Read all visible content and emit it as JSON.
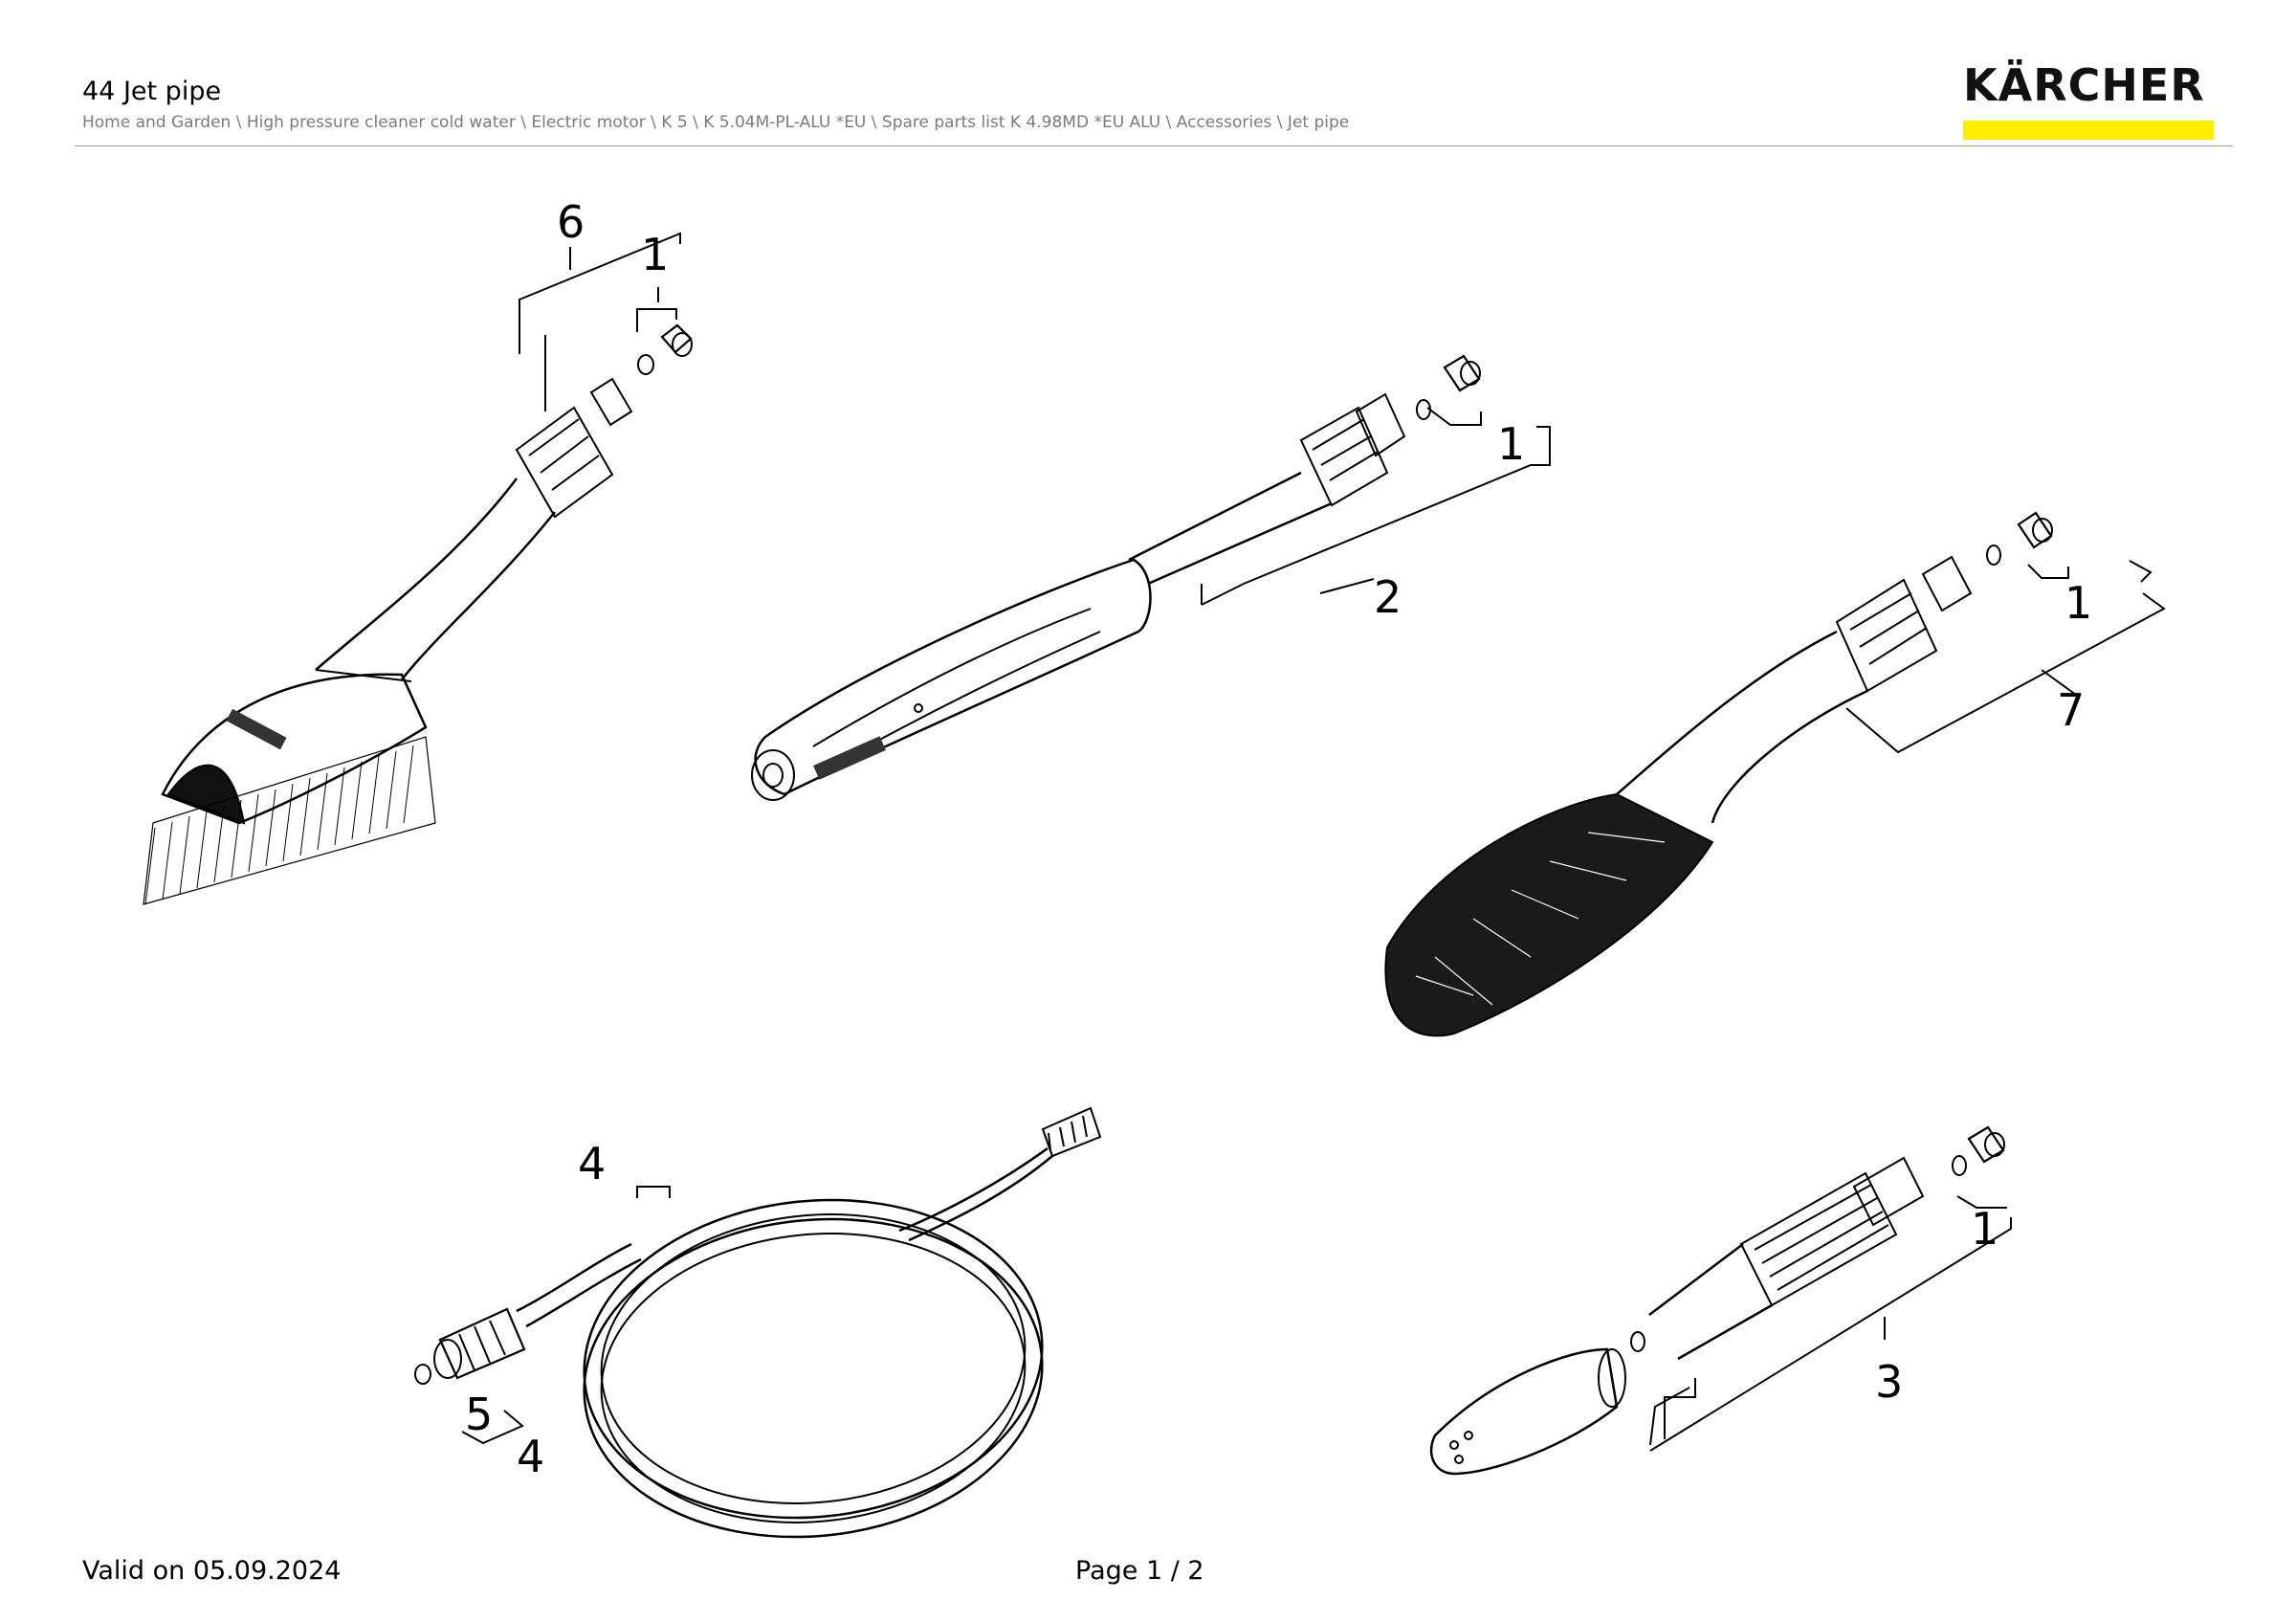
{
  "header": {
    "title": "44 Jet pipe",
    "breadcrumb": "Home and Garden \\ High pressure cleaner cold water \\ Electric motor \\ K 5 \\ K 5.04M-PL-ALU *EU \\ Spare parts list K 4.98MD *EU ALU \\ Accessories \\ Jet pipe",
    "logo": "KÄRCHER",
    "brand_color": "#ffed00"
  },
  "callouts": {
    "c6": "6",
    "c1a": "1",
    "c1b": "1",
    "c2": "2",
    "c1c": "1",
    "c7": "7",
    "c4a": "4",
    "c5": "5",
    "c4b": "4",
    "c1d": "1",
    "c3": "3"
  },
  "footer": {
    "valid": "Valid on 05.09.2024",
    "page": "Page 1 / 2"
  }
}
